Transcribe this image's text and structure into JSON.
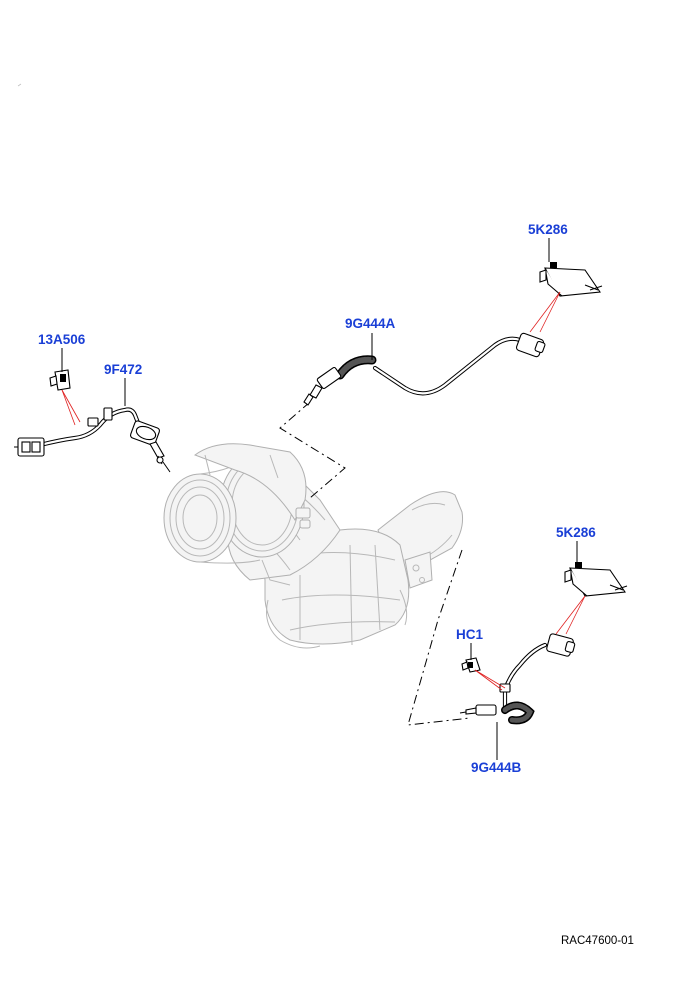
{
  "labels": {
    "sensor_13a506": "13A506",
    "sensor_9f472": "9F472",
    "sensor_9g444a": "9G444A",
    "module_5k286_top": "5K286",
    "module_5k286_bottom": "5K286",
    "clip_hc1": "HC1",
    "sensor_9g444b": "9G444B"
  },
  "reference": "RAC47600-01",
  "colors": {
    "part_label": "#1a3fd6",
    "callout_line": "#e02020",
    "ghost_assembly": "#b8b8b8"
  }
}
